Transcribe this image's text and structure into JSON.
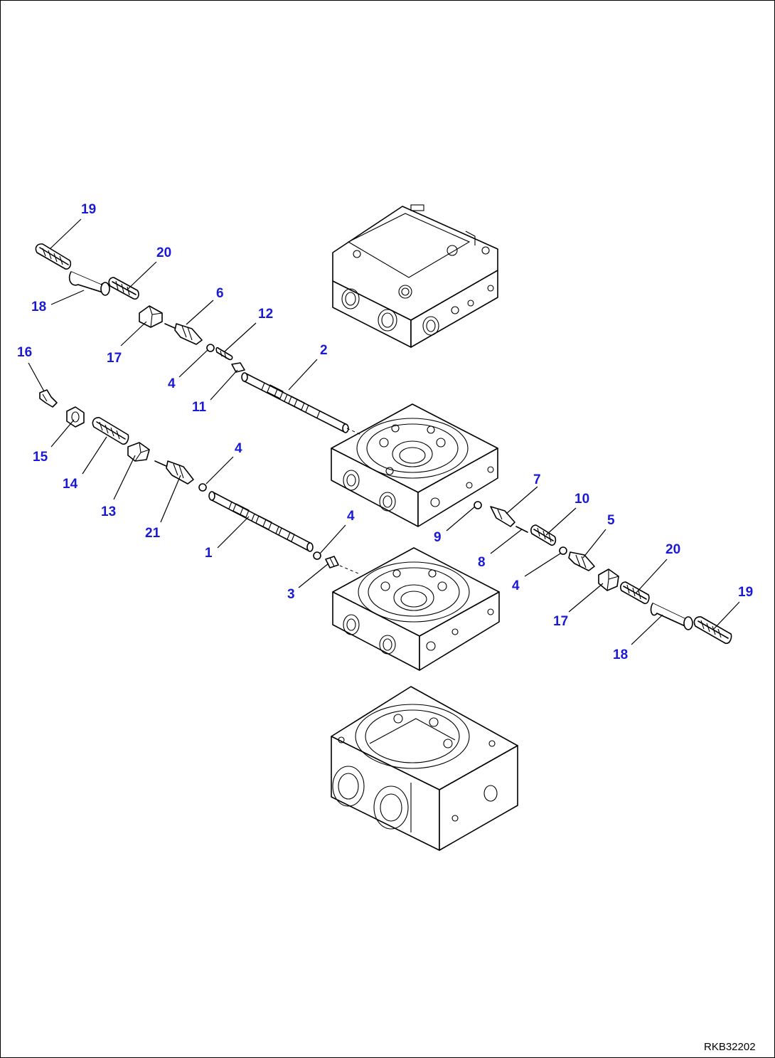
{
  "drawing_code": "RKB32202",
  "part_labels": [
    {
      "id": "19-a",
      "text": "19"
    },
    {
      "id": "20-a",
      "text": "20"
    },
    {
      "id": "18-a",
      "text": "18"
    },
    {
      "id": "6",
      "text": "6"
    },
    {
      "id": "17-a",
      "text": "17"
    },
    {
      "id": "12",
      "text": "12"
    },
    {
      "id": "4-a",
      "text": "4"
    },
    {
      "id": "11",
      "text": "11"
    },
    {
      "id": "2",
      "text": "2"
    },
    {
      "id": "16",
      "text": "16"
    },
    {
      "id": "15",
      "text": "15"
    },
    {
      "id": "14",
      "text": "14"
    },
    {
      "id": "13",
      "text": "13"
    },
    {
      "id": "4-b",
      "text": "4"
    },
    {
      "id": "21",
      "text": "21"
    },
    {
      "id": "1",
      "text": "1"
    },
    {
      "id": "4-c",
      "text": "4"
    },
    {
      "id": "3",
      "text": "3"
    },
    {
      "id": "7",
      "text": "7"
    },
    {
      "id": "10",
      "text": "10"
    },
    {
      "id": "9",
      "text": "9"
    },
    {
      "id": "5",
      "text": "5"
    },
    {
      "id": "8",
      "text": "8"
    },
    {
      "id": "20-b",
      "text": "20"
    },
    {
      "id": "4-d",
      "text": "4"
    },
    {
      "id": "19-b",
      "text": "19"
    },
    {
      "id": "17-b",
      "text": "17"
    },
    {
      "id": "18-b",
      "text": "18"
    }
  ]
}
